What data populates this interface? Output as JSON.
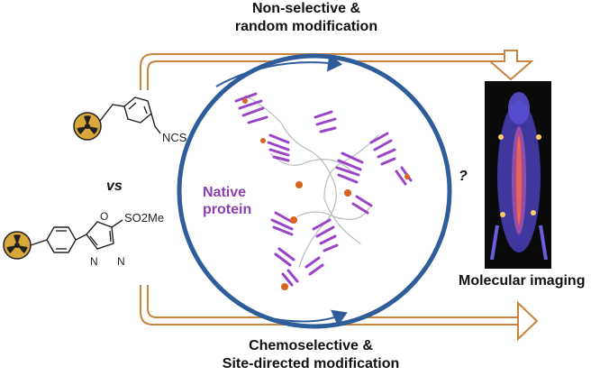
{
  "captions": {
    "top": [
      "Non-selective &",
      "random modification"
    ],
    "bottom": [
      "Chemoselective &",
      "Site-directed modification"
    ],
    "vs": "vs",
    "question": "?",
    "imaging": "Molecular imaging",
    "protein": [
      "Native",
      "protein"
    ]
  },
  "chemistry": {
    "reagent1_group": "NCS",
    "reagent2_group": "SO2Me",
    "ring_atoms": [
      "O",
      "N",
      "N"
    ]
  },
  "colors": {
    "arrow": "#c8843f",
    "circle": "#2f5d9a",
    "protein": "#9a45c8",
    "radiation": "#d8a93a"
  }
}
